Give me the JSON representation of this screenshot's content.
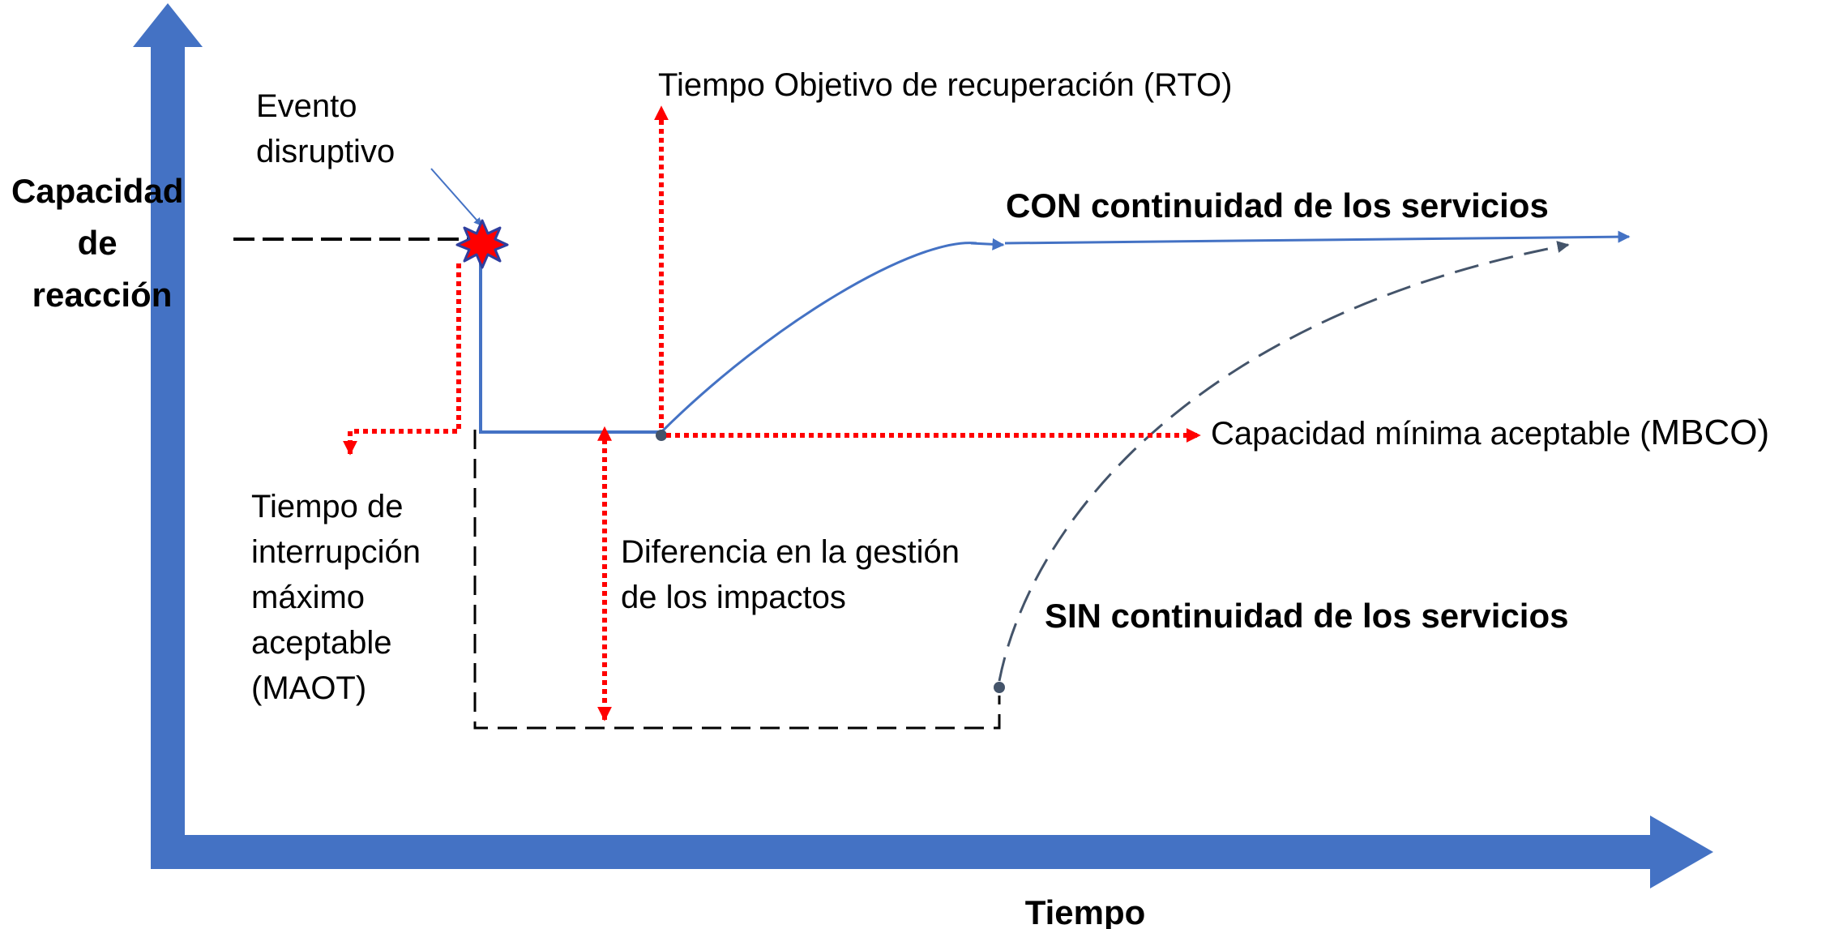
{
  "axes": {
    "y_label_lines": [
      "Capacidad",
      "de",
      "reacción"
    ],
    "x_label": "Tiempo"
  },
  "labels": {
    "evento_lines": [
      "Evento",
      "disruptivo"
    ],
    "rto": "Tiempo Objetivo de recuperación (RTO)",
    "con": "CON continuidad de los servicios",
    "sin": "SIN continuidad de los servicios",
    "mbco_prefix": "Capacidad mínima aceptable (",
    "mbco_suffix": "MBCO)",
    "maot_lines": [
      "Tiempo de",
      "interrupción",
      "máximo",
      "aceptable",
      "(MAOT)"
    ],
    "diferencia_lines": [
      "Diferencia en la gestión",
      "de los impactos"
    ]
  },
  "colors": {
    "axis": "#4472C4",
    "con_line": "#4472C4",
    "sin_line": "#44546A",
    "red_dotted": "#FF0000",
    "black_dashed": "#000000"
  }
}
